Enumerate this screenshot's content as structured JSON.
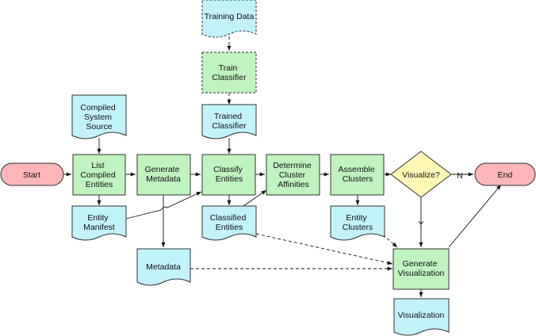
{
  "nodes": {
    "training_data": "Training Data",
    "train_classifier": "Train Classifier",
    "trained_classifier": "Trained Classifier",
    "compiled_source": "Compiled System Source",
    "start": "Start",
    "list_entities": "List Compiled Entities",
    "generate_metadata": "Generate Metadata",
    "classify_entities": "Classify Entities",
    "determine_affinities": "Determine Cluster Affinities",
    "assemble_clusters": "Assemble Clusters",
    "visualize_q": "Visualize?",
    "end": "End",
    "entity_manifest": "Entity Manifest",
    "classified_entities": "Classified Entities",
    "entity_clusters": "Entity Clusters",
    "metadata": "Metadata",
    "generate_visualization": "Generate Visualization",
    "visualization": "Visualization"
  },
  "edge_labels": {
    "no": "N",
    "yes": "Y"
  },
  "colors": {
    "process": "#bff3bf",
    "data": "#c2f3fb",
    "terminal": "#fbb6b8",
    "decision": "#fdf6b5"
  }
}
